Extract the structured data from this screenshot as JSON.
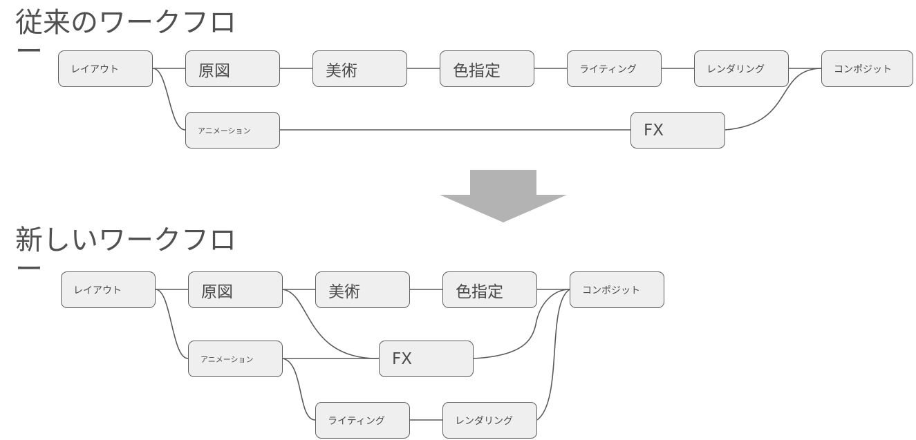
{
  "old_workflow": {
    "title_line1": "従来のワークフロ",
    "title_line2": "ー",
    "nodes": {
      "layout": "レイアウト",
      "genzu": "原図",
      "bijutsu": "美術",
      "color": "色指定",
      "lighting": "ライティング",
      "rendering": "レンダリング",
      "composite": "コンポジット",
      "animation": "アニメーション",
      "fx": "FX"
    }
  },
  "new_workflow": {
    "title_line1": "新しいワークフロ",
    "title_line2": "ー",
    "nodes": {
      "layout": "レイアウト",
      "genzu": "原図",
      "bijutsu": "美術",
      "color": "色指定",
      "composite": "コンポジット",
      "animation": "アニメーション",
      "fx": "FX",
      "lighting": "ライティング",
      "rendering": "レンダリング"
    }
  },
  "colors": {
    "node_fill": "#efefef",
    "node_border": "#5e5e5e",
    "edge": "#5a5a5a",
    "arrow": "#b3b3b3",
    "text": "#4a4a4a"
  }
}
